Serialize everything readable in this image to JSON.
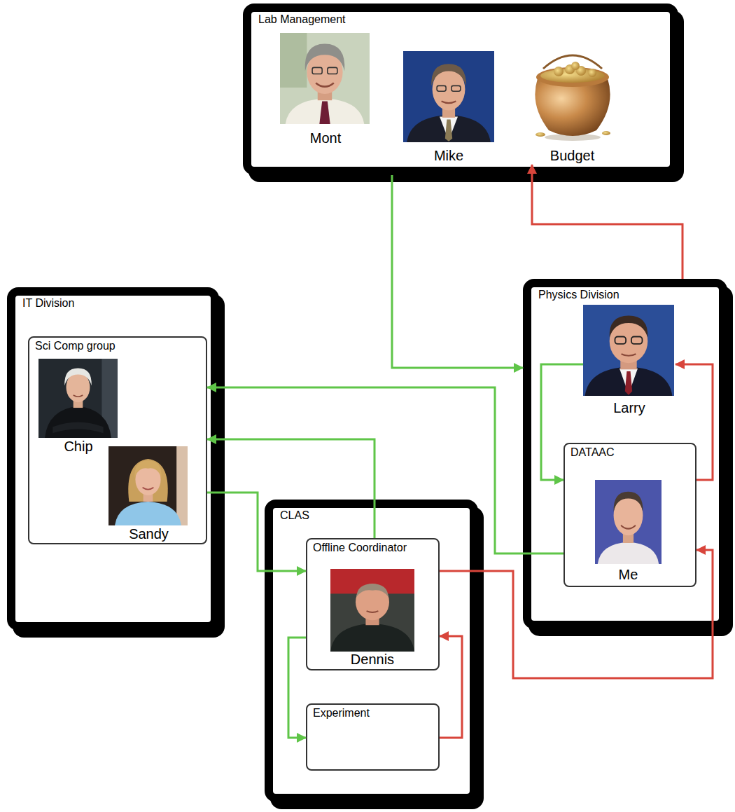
{
  "diagram": {
    "nodes": [
      {
        "text": [
          "Lab Management"
        ]
      },
      {
        "text": [
          "Mont"
        ],
        "in": 0
      },
      {
        "text": [
          "Mike"
        ],
        "in": 0
      },
      {
        "text": [
          "Budget"
        ],
        "in": 0
      },
      {
        "text": [
          "IT Division"
        ]
      },
      {
        "text": [
          "Sci Comp group"
        ],
        "in": 4
      },
      {
        "text": [
          "Chip"
        ],
        "in": 5
      },
      {
        "text": [
          "Sandy"
        ],
        "in": 5
      },
      {
        "text": [
          "Physics Division"
        ]
      },
      {
        "text": [
          "Larry"
        ],
        "in": 8
      },
      {
        "text": [
          "DATAAC"
        ],
        "in": 8
      },
      {
        "text": [
          "Me"
        ],
        "in": 10
      },
      {
        "text": [
          "CLAS"
        ]
      },
      {
        "text": [
          "Offline Coordinator"
        ],
        "in": 12
      },
      {
        "text": [
          "Dennis"
        ],
        "in": 13
      },
      {
        "text": [
          "Experiment"
        ],
        "in": 12
      }
    ],
    "edges": [
      {
        "from": 0,
        "to": 8,
        "arrow": "to"
      },
      {
        "from": 8,
        "to": 3,
        "arrow": "to"
      },
      {
        "from": 9,
        "to": 10,
        "arrow": "to"
      },
      {
        "from": 10,
        "to": 9,
        "arrow": "to"
      },
      {
        "from": 10,
        "to": 5,
        "arrow": "to"
      },
      {
        "from": 13,
        "to": 5,
        "arrow": "to"
      },
      {
        "from": 5,
        "to": 13,
        "arrow": "to"
      },
      {
        "from": 13,
        "to": 10,
        "arrow": "to"
      },
      {
        "from": 13,
        "to": 15,
        "arrow": "to"
      },
      {
        "from": 15,
        "to": 13,
        "arrow": "to"
      }
    ]
  }
}
